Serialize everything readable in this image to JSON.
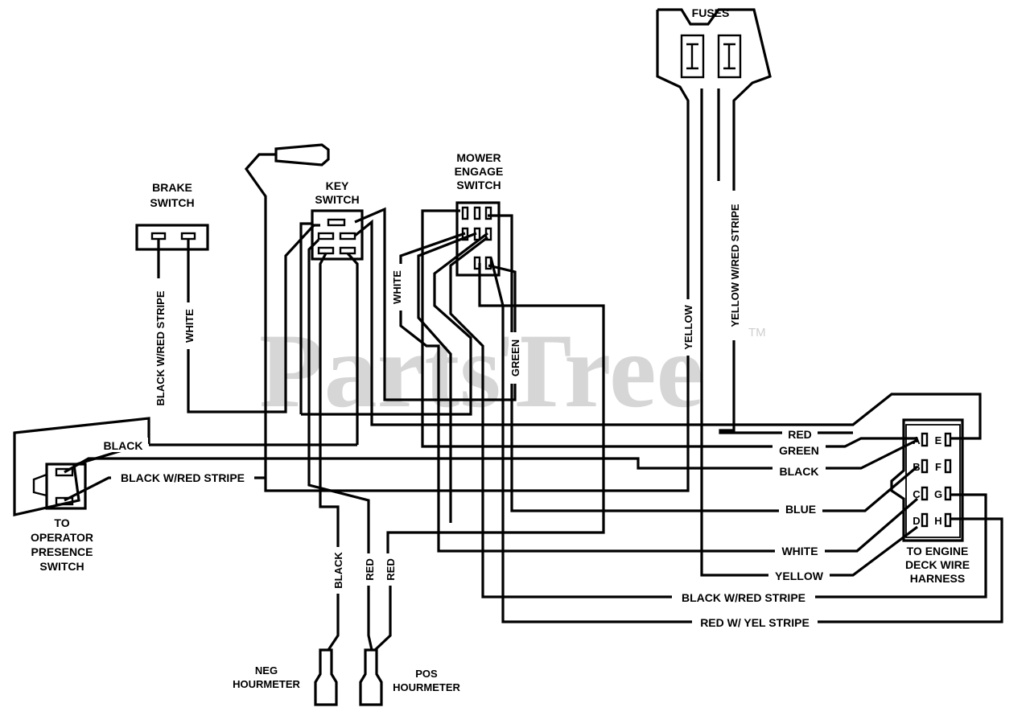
{
  "watermark": {
    "text": "PartsTree",
    "tm": "TM"
  },
  "components": {
    "fuses": "FUSES",
    "brake_switch": [
      "BRAKE",
      "SWITCH"
    ],
    "key_switch": [
      "KEY",
      "SWITCH"
    ],
    "mower_engage_switch": [
      "MOWER",
      "ENGAGE",
      "SWITCH"
    ],
    "operator_presence_switch": [
      "TO",
      "OPERATOR",
      "PRESENCE",
      "SWITCH"
    ],
    "engine_deck_harness": [
      "TO ENGINE",
      "DECK WIRE",
      "HARNESS"
    ],
    "neg_hourmeter": [
      "NEG",
      "HOURMETER"
    ],
    "pos_hourmeter": [
      "POS",
      "HOURMETER"
    ]
  },
  "connector_pins": [
    "A",
    "B",
    "C",
    "D",
    "E",
    "F",
    "G",
    "H"
  ],
  "wire_labels": {
    "black_red_stripe_brake": "BLACK W/RED STRIPE",
    "white_brake": "WHITE",
    "black_ops": "BLACK",
    "black_red_stripe_ops": "BLACK W/RED STRIPE",
    "white_mower": "WHITE",
    "green_mower": "GREEN",
    "yellow_fuse": "YELLOW",
    "yellow_red_stripe_fuse": "YELLOW W/RED STRIPE",
    "red_harness": "RED",
    "green_harness": "GREEN",
    "black_harness": "BLACK",
    "blue_harness": "BLUE",
    "white_harness": "WHITE",
    "yellow_harness": "YELLOW",
    "black_red_stripe_harness": "BLACK W/RED STRIPE",
    "red_yel_stripe_harness": "RED W/ YEL STRIPE",
    "black_hourmeter": "BLACK",
    "red_hourmeter_1": "RED",
    "red_hourmeter_2": "RED"
  }
}
